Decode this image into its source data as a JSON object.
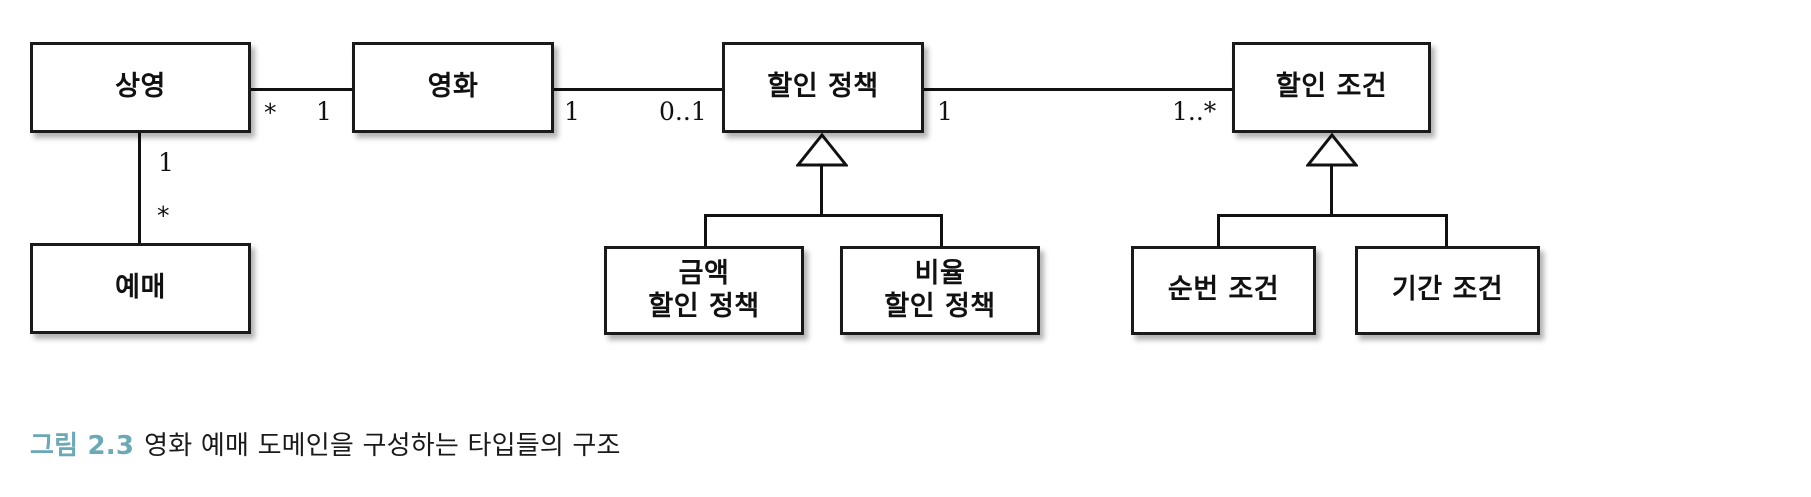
{
  "diagram": {
    "kind": "uml-class-diagram",
    "colors": {
      "box_border": "#1a1a1a",
      "box_fill": "#ffffff",
      "line": "#111111",
      "text": "#111111",
      "caption_accent": "#6aa9b5",
      "background": "#ffffff"
    },
    "classes": [
      {
        "id": "screening",
        "label": "상영"
      },
      {
        "id": "movie",
        "label": "영화"
      },
      {
        "id": "discount_policy",
        "label": "할인 정책"
      },
      {
        "id": "discount_condition",
        "label": "할인 조건"
      },
      {
        "id": "reservation",
        "label": "예매"
      },
      {
        "id": "amount_policy",
        "label": "금액\n할인 정책"
      },
      {
        "id": "percent_policy",
        "label": "비율\n할인 정책"
      },
      {
        "id": "sequence_condition",
        "label": "순번 조건"
      },
      {
        "id": "period_condition",
        "label": "기간 조건"
      }
    ],
    "associations": [
      {
        "from": "screening",
        "to": "movie",
        "from_multiplicity": "*",
        "to_multiplicity": "1"
      },
      {
        "from": "movie",
        "to": "discount_policy",
        "from_multiplicity": "1",
        "to_multiplicity": "0..1"
      },
      {
        "from": "discount_policy",
        "to": "discount_condition",
        "from_multiplicity": "1",
        "to_multiplicity": "1..*"
      },
      {
        "from": "screening",
        "to": "reservation",
        "from_multiplicity": "1",
        "to_multiplicity": "*"
      }
    ],
    "generalizations": [
      {
        "parent": "discount_policy",
        "children": [
          "amount_policy",
          "percent_policy"
        ]
      },
      {
        "parent": "discount_condition",
        "children": [
          "sequence_condition",
          "period_condition"
        ]
      }
    ],
    "multiplicity_labels": {
      "screening_movie_left": "*",
      "screening_movie_right": "1",
      "movie_policy_left": "1",
      "movie_policy_right": "0..1",
      "policy_condition_left": "1",
      "policy_condition_right": "1..*",
      "screening_reservation_top": "1",
      "screening_reservation_bottom": "*"
    }
  },
  "caption": {
    "number": "그림 2.3",
    "text": "영화 예매 도메인을 구성하는 타입들의 구조"
  }
}
